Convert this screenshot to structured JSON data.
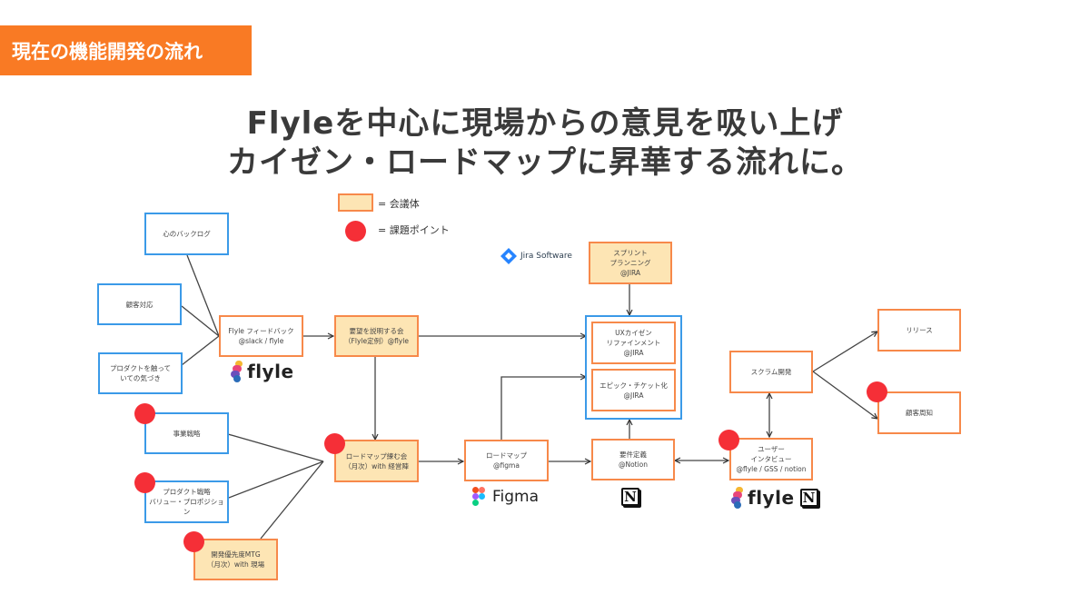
{
  "section_tag": "現在の機能開発の流れ",
  "headline": {
    "line1": "Flyleを中心に現場からの意見を吸い上げ",
    "line2": "カイゼン・ロードマップに昇華する流れに。"
  },
  "legend": {
    "meeting_label": "= 会議体",
    "issue_label": "= 課題ポイント"
  },
  "colors": {
    "accent_orange": "#f97a24",
    "meeting_fill": "#fde5b4",
    "meeting_border": "#f7894a",
    "source_border": "#3b9ae8",
    "issue_dot": "#f52f37"
  },
  "nodes": {
    "backlog": "心のバックログ",
    "customer_support": "顧客対応",
    "product_touch": "プロダクトを触って\nいての気づき",
    "flyle_feedback": "Flyle フィードバック\n@slack / flyle",
    "request_meeting": "要望を説明する会\n（Flyle定例）@flyle",
    "business_strategy": "事業戦略",
    "product_strategy": "プロダクト戦略\nバリュー・プロポジション",
    "dev_priority_mtg": "開発優先度MTG\n（月次）with 現場",
    "roadmap_meeting": "ロードマップ練む会\n（月次）with 経営陣",
    "roadmap": "ロードマップ\n@figma",
    "sprint_planning": "スプリント\nプランニング\n@JIRA",
    "ux_refinement": "UXカイゼン\nリファインメント\n@JIRA",
    "epic_ticket": "エピック・チケット化\n@JIRA",
    "requirements": "要件定義\n@Notion",
    "scrum_dev": "スクラム開発",
    "user_interview": "ユーザー\nインタビュー\n@flyle / GSS / notion",
    "release": "リリース",
    "customer_notice": "顧客周知"
  },
  "logos": {
    "flyle": "flyle",
    "figma": "Figma",
    "notion": "N",
    "jira": "Jira Software"
  }
}
